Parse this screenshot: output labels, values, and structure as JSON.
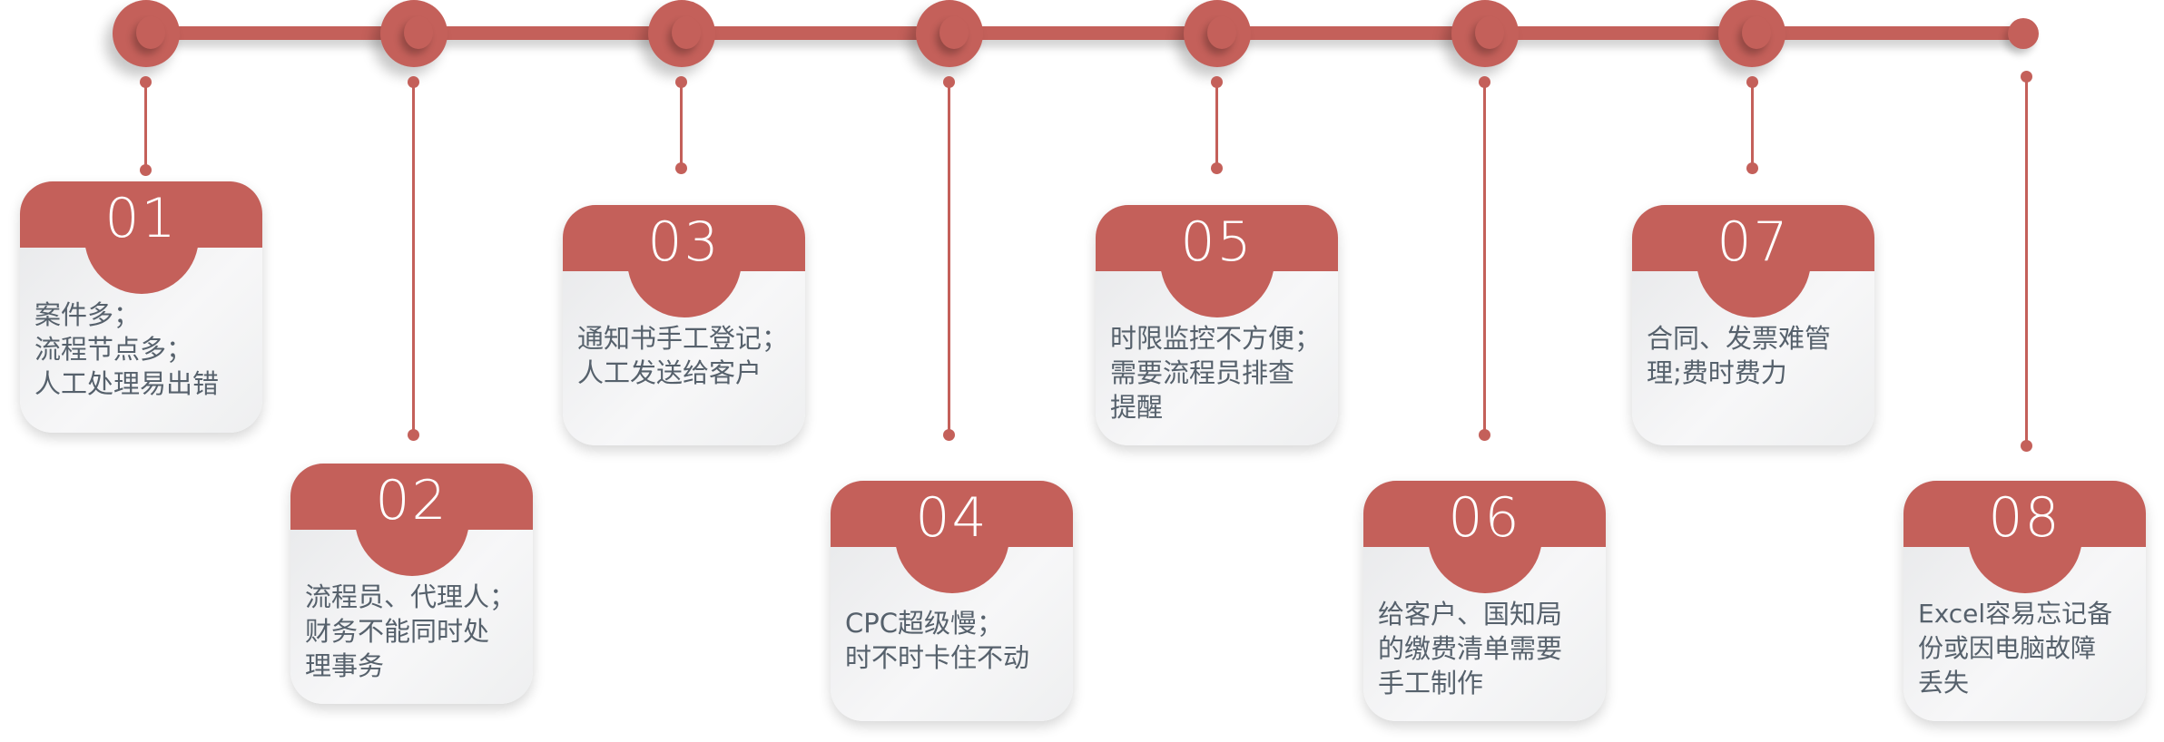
{
  "accent_color": "#c4605a",
  "text_color": "#56616c",
  "steps": [
    {
      "number": "01",
      "text": "案件多；\n流程节点多；\n人工处理易出错"
    },
    {
      "number": "02",
      "text": "流程员、代理人；\n财务不能同时处\n理事务"
    },
    {
      "number": "03",
      "text": "通知书手工登记；\n人工发送给客户"
    },
    {
      "number": "04",
      "text": "CPC超级慢；\n时不时卡住不动"
    },
    {
      "number": "05",
      "text": "时限监控不方便；\n需要流程员排查\n提醒"
    },
    {
      "number": "06",
      "text": "给客户、国知局\n的缴费清单需要\n手工制作"
    },
    {
      "number": "07",
      "text": "合同、发票难管\n理;费时费力"
    },
    {
      "number": "08",
      "text": "Excel容易忘记备\n份或因电脑故障\n丢失"
    }
  ]
}
